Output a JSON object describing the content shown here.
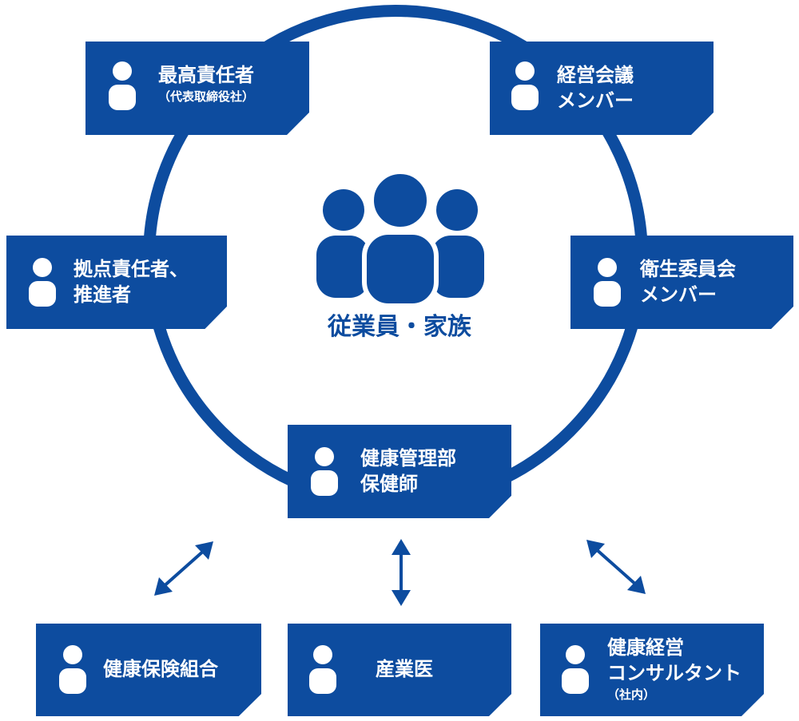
{
  "center": {
    "label": "従業員・家族",
    "icon": "people-group-icon"
  },
  "nodes": {
    "ceo": {
      "line1": "最高責任者",
      "line2": "（代表取締役社）"
    },
    "management": {
      "line1": "経営会議",
      "line2": "メンバー"
    },
    "site_leaders": {
      "line1": "拠点責任者、",
      "line2": "推進者"
    },
    "health_committee": {
      "line1": "衛生委員会",
      "line2": "メンバー"
    },
    "health_dept": {
      "line1": "健康管理部",
      "line2": "保健師"
    },
    "insurance": {
      "line1": "健康保険組合"
    },
    "physician": {
      "line1": "産業医"
    },
    "consultant": {
      "line1": "健康経営",
      "line2": "コンサルタント",
      "line3": "（社内）"
    }
  },
  "colors": {
    "primary": "#0d4c9f",
    "text_on_primary": "#ffffff",
    "background": "#ffffff"
  }
}
